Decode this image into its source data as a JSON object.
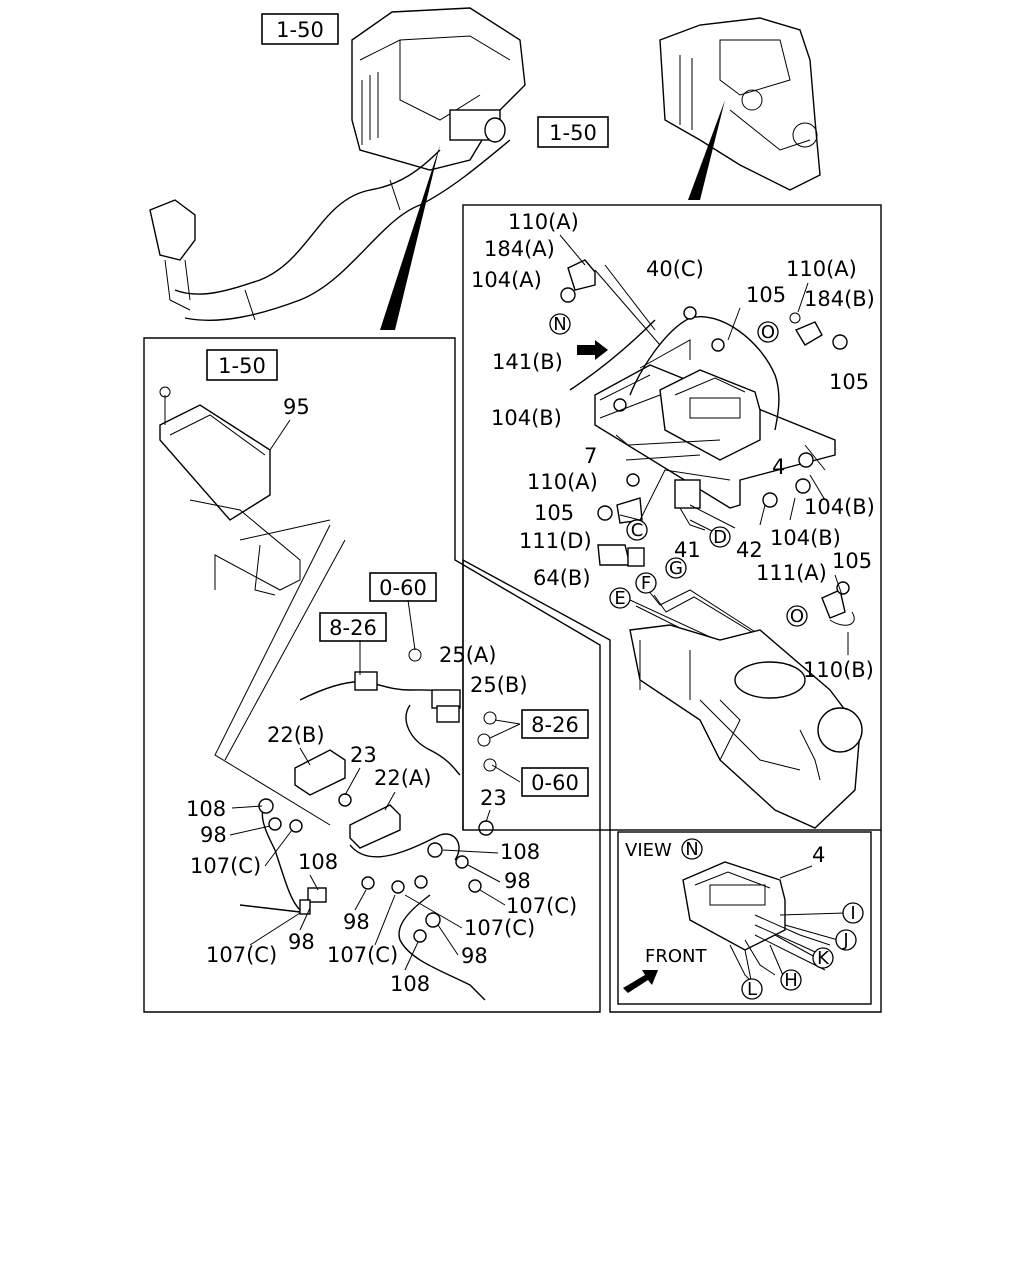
{
  "refs": {
    "ref_top_left": "1-50",
    "ref_top_mid": "1-50",
    "ref_left_panel": "1-50",
    "ref_060_a": "0-60",
    "ref_826_a": "8-26",
    "ref_826_b": "8-26",
    "ref_060_b": "0-60"
  },
  "left_panel": {
    "p95": "95",
    "p25a": "25(A)",
    "p25b": "25(B)",
    "p22b": "22(B)",
    "p23a": "23",
    "p22a": "22(A)",
    "p23b": "23",
    "p108a": "108",
    "p98a": "98",
    "p107c_a": "107(C)",
    "p108b": "108",
    "p108c": "108",
    "p98b": "98",
    "p107c_b": "107(C)",
    "p98c": "98",
    "p107c_c": "107(C)",
    "p98d": "98",
    "p107c_d": "107(C)",
    "p98e": "98",
    "p107c_e": "107(C)",
    "p108d": "108"
  },
  "right_panel": {
    "p110a_a": "110(A)",
    "p184a": "184(A)",
    "p104a": "104(A)",
    "p40c": "40(C)",
    "p105a": "105",
    "p110a_b": "110(A)",
    "p184b": "184(B)",
    "p105b": "105",
    "p141b": "141(B)",
    "p104b_a": "104(B)",
    "p7": "7",
    "p4": "4",
    "p110a_c": "110(A)",
    "p104b_b": "104(B)",
    "p105c": "105",
    "p111d": "111(D)",
    "p41": "41",
    "p42": "42",
    "p104b_c": "104(B)",
    "p105d": "105",
    "p64b": "64(B)",
    "p111a": "111(A)",
    "p110b": "110(B)"
  },
  "circle_letters": {
    "N1": "N",
    "O1": "O",
    "C": "C",
    "D": "D",
    "F": "F",
    "G": "G",
    "E": "E",
    "O2": "O",
    "N2": "N",
    "I": "I",
    "J": "J",
    "K": "K",
    "H": "H",
    "L": "L"
  },
  "view_box": {
    "view_label": "VIEW",
    "p4": "4",
    "front_label": "FRONT"
  }
}
